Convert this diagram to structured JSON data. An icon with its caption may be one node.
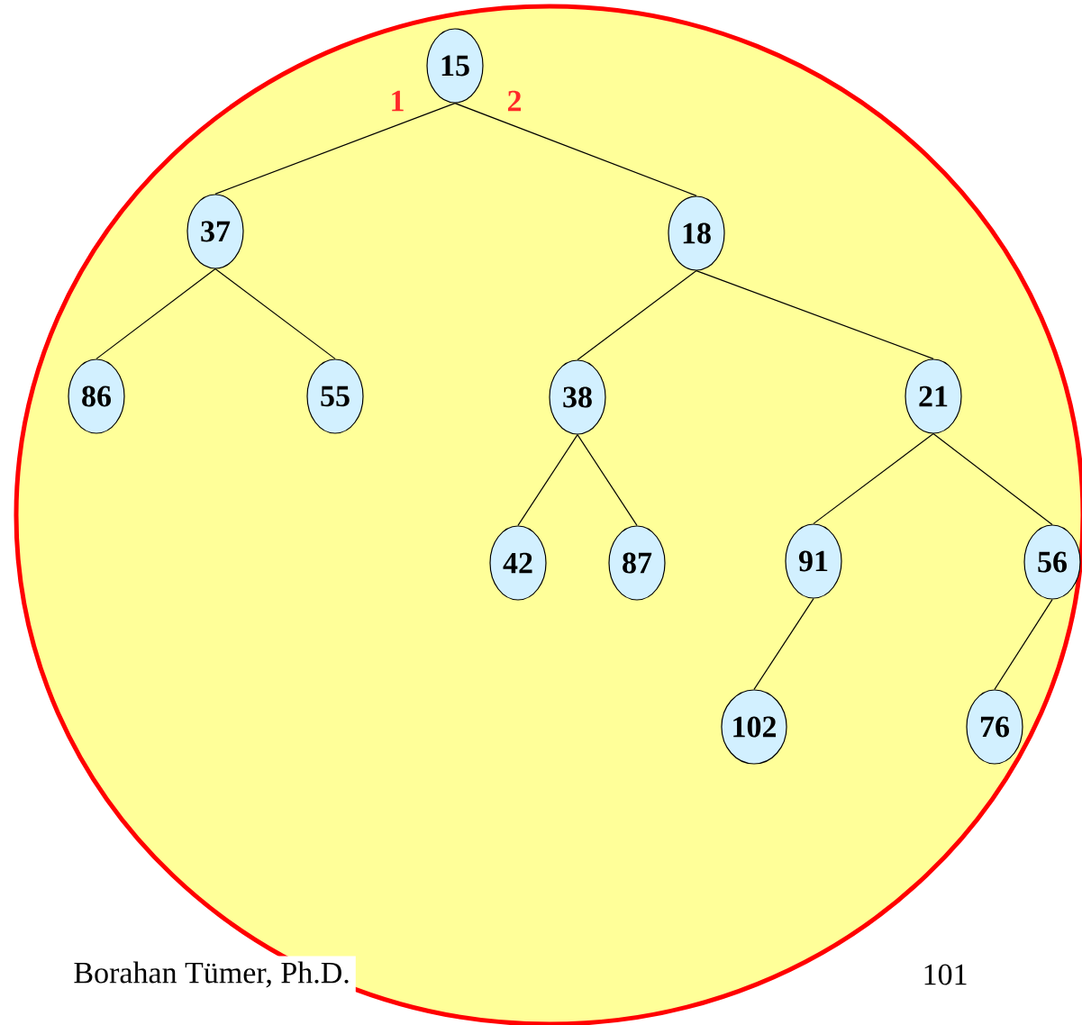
{
  "diagram": {
    "nodes": [
      {
        "text": [
          "15"
        ]
      },
      {
        "text": [
          "37"
        ]
      },
      {
        "text": [
          "18"
        ]
      },
      {
        "text": [
          "86"
        ]
      },
      {
        "text": [
          "55"
        ]
      },
      {
        "text": [
          "38"
        ]
      },
      {
        "text": [
          "21"
        ]
      },
      {
        "text": [
          "42"
        ]
      },
      {
        "text": [
          "87"
        ]
      },
      {
        "text": [
          "91"
        ]
      },
      {
        "text": [
          "56"
        ]
      },
      {
        "text": [
          "102"
        ]
      },
      {
        "text": [
          "76"
        ]
      }
    ],
    "edges": [
      {
        "from": 0,
        "to": 1,
        "arrow": "none",
        "label": "1"
      },
      {
        "from": 0,
        "to": 2,
        "arrow": "none",
        "label": "2"
      },
      {
        "from": 1,
        "to": 3,
        "arrow": "none"
      },
      {
        "from": 1,
        "to": 4,
        "arrow": "none"
      },
      {
        "from": 2,
        "to": 5,
        "arrow": "none"
      },
      {
        "from": 2,
        "to": 6,
        "arrow": "none"
      },
      {
        "from": 5,
        "to": 7,
        "arrow": "none"
      },
      {
        "from": 5,
        "to": 8,
        "arrow": "none"
      },
      {
        "from": 6,
        "to": 9,
        "arrow": "none"
      },
      {
        "from": 6,
        "to": 10,
        "arrow": "none"
      },
      {
        "from": 9,
        "to": 11,
        "arrow": "none"
      },
      {
        "from": 10,
        "to": 12,
        "arrow": "none"
      }
    ],
    "labels": [
      "Borahan Tümer, Ph.D.",
      "101"
    ]
  }
}
